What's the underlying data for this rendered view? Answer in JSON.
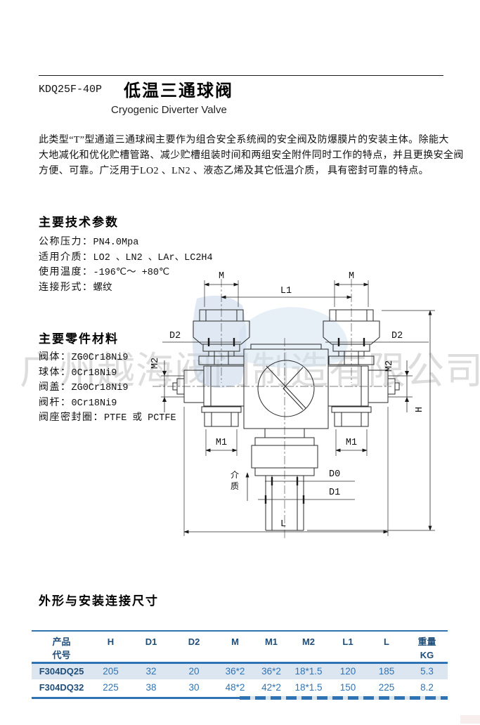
{
  "header": {
    "model": "KDQ25F-40P",
    "title": "低温三通球阀",
    "subtitle": "Cryogenic Diverter Valve"
  },
  "intro": {
    "lines": [
      "此类型“T”型通道三通球阀主要作为组合安全系统阀的安全阀及防爆膜片的安装主体。除能大",
      "大地减化和优化贮槽管路、减少贮槽组装时间和两组安全附件同时工作的特点，并且更换安全阀",
      "方便、可靠。广泛用于LO2 、LN2 、液态乙烯及其它低温介质， 具有密封可靠的特点。"
    ]
  },
  "specs": {
    "heading": "主要技术参数",
    "items": [
      {
        "label": "公称压力：",
        "value": "PN4.0Mpa"
      },
      {
        "label": "适用介质：",
        "value": "LO2 、LN2 、LAr、LC2H4"
      },
      {
        "label": "使用温度：",
        "value": "-196℃～ +80℃"
      },
      {
        "label": "连接形式：",
        "value": "螺纹"
      }
    ]
  },
  "materials": {
    "heading": "主要零件材料",
    "items": [
      {
        "label": "阀体：",
        "value": "ZG0Cr18Ni9"
      },
      {
        "label": "球体：",
        "value": "0Cr18Ni9"
      },
      {
        "label": "阀盖：",
        "value": "ZG0Cr18Ni9"
      },
      {
        "label": "阀杆：",
        "value": "0Cr18Ni9"
      },
      {
        "label": "阀座密封圈：",
        "value": "PTFE 或 PCTFE"
      }
    ]
  },
  "drawing": {
    "labels": {
      "m": "M",
      "l1": "L1",
      "d2": "D2",
      "m2": "M2",
      "m1": "M1",
      "d0": "D0",
      "d1": "D1",
      "h": "H",
      "l": "L",
      "medium_1": "介",
      "medium_2": "质"
    }
  },
  "dimensions_section": {
    "heading": "外形与安装连接尺寸"
  },
  "table": {
    "headers": [
      {
        "l1": "产品",
        "l2": "代号"
      },
      {
        "l1": "H"
      },
      {
        "l1": "D1"
      },
      {
        "l1": "D2"
      },
      {
        "l1": "M"
      },
      {
        "l1": "M1"
      },
      {
        "l1": "M2"
      },
      {
        "l1": "L1"
      },
      {
        "l1": "L"
      },
      {
        "l1": "重量",
        "l2": "KG"
      }
    ],
    "rows": [
      {
        "cells": [
          "F304DQ25",
          "205",
          "32",
          "20",
          "36*2",
          "36*2",
          "18*1.5",
          "120",
          "185",
          "5.3"
        ]
      },
      {
        "cells": [
          "F304DQ32",
          "225",
          "38",
          "30",
          "48*2",
          "42*2",
          "18*1.5",
          "150",
          "225",
          "8.2"
        ]
      }
    ]
  },
  "watermark": {
    "text": "广州越海阀门制造有限公司"
  },
  "colors": {
    "table_border": "#2E74B5",
    "table_header_text": "#1F4E79",
    "table_value_text": "#2E74B5",
    "row_highlight": "#DCE6F1",
    "watermark_gray": "#c9c9c9",
    "watermark_blue": "#c5d8ec",
    "rule_black": "#1a1a1a"
  }
}
